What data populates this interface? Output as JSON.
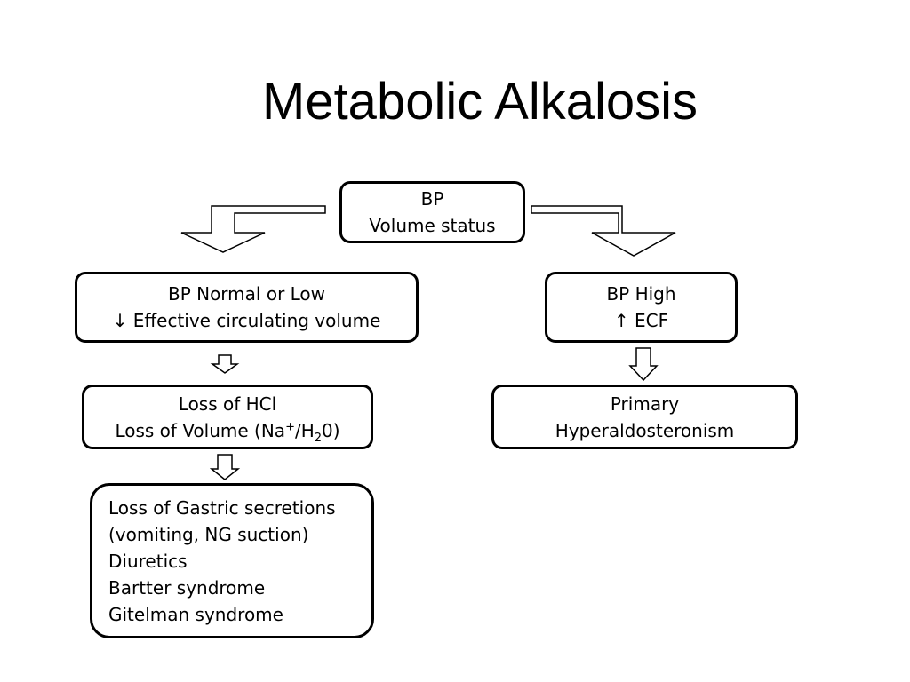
{
  "title": "Metabolic Alkalosis",
  "nodes": {
    "root": {
      "line1": "BP",
      "line2": "Volume status"
    },
    "left": {
      "arrow": "↓",
      "line1": "BP Normal or Low",
      "line2": "Effective circulating volume"
    },
    "right": {
      "arrow": "↑",
      "line1": "BP High",
      "line2": "ECF"
    },
    "left_child": {
      "line1": "Loss of HCl",
      "line2_prefix": "Loss of Volume (Na",
      "line2_sup": "+",
      "line2_mid": "/H",
      "line2_sub": "2",
      "line2_suffix": "0)"
    },
    "right_child": {
      "line1": "Primary",
      "line2": "Hyperaldosteronism"
    },
    "causes": {
      "items": [
        "Loss of Gastric secretions",
        "(vomiting, NG suction)",
        "Diuretics",
        "Bartter syndrome",
        "Gitelman syndrome"
      ]
    }
  }
}
